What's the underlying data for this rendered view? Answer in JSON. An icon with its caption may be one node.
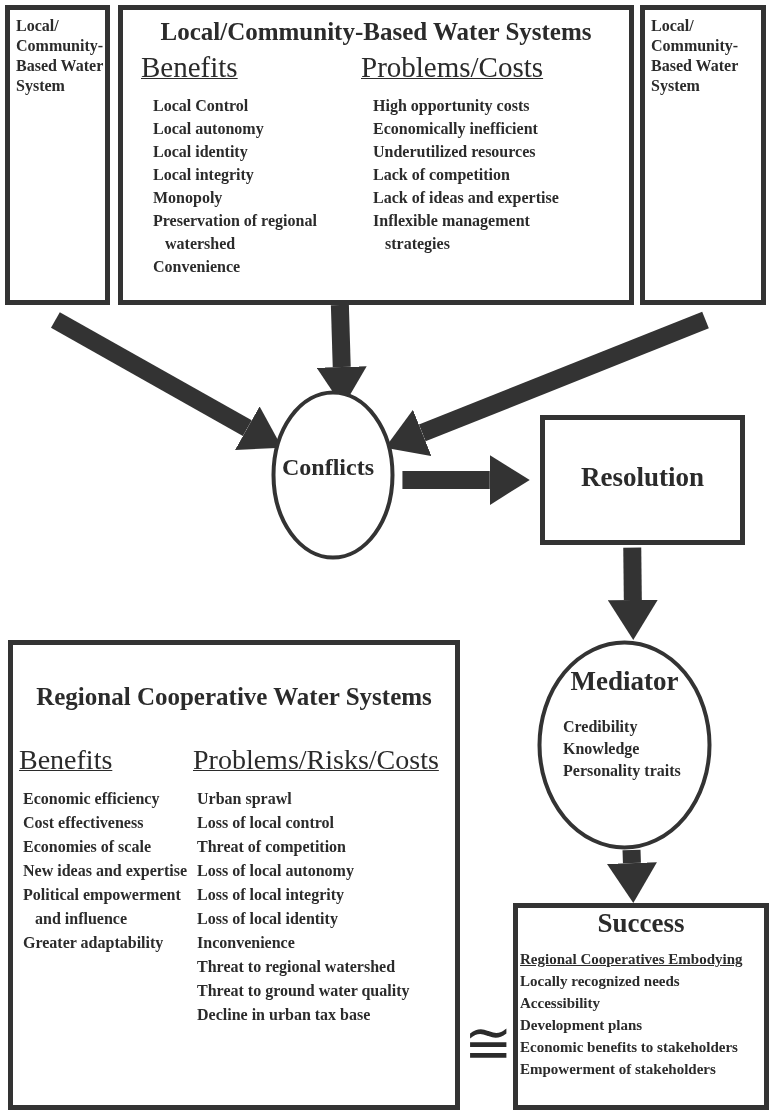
{
  "diagram": {
    "nodes": [
      {
        "text": [
          "Local/ Community-Based Water System"
        ]
      },
      {
        "text": [
          "Local/Community-Based Water Systems",
          "Benefits",
          "Local Control",
          "Local autonomy",
          "Local identity",
          "Local integrity",
          "Monopoly",
          "Preservation of regional watershed",
          "Convenience",
          "Problems/Costs",
          "High opportunity costs",
          "Economically inefficient",
          "Underutilized resources",
          "Lack of competition",
          "Lack of ideas and expertise",
          "Inflexible management strategies"
        ]
      },
      {
        "text": [
          "Local/ Community-Based Water System"
        ]
      },
      {
        "text": [
          "Conflicts"
        ]
      },
      {
        "text": [
          "Resolution"
        ]
      },
      {
        "text": [
          "Regional Cooperative Water Systems",
          "Benefits",
          "Economic efficiency",
          "Cost effectiveness",
          "Economies of scale",
          "New ideas and expertise",
          "Political empowerment and influence",
          "Greater adaptability",
          "Problems/Risks/Costs",
          "Urban sprawl",
          "Loss of local control",
          "Threat of competition",
          "Loss of local autonomy",
          "Loss of local integrity",
          "Loss of local identity",
          "Inconvenience",
          "Threat to regional watershed",
          "Threat to ground water quality",
          "Decline in urban tax base"
        ]
      },
      {
        "text": [
          "Mediator",
          "Credibility",
          "Knowledge",
          "Personality traits"
        ]
      },
      {
        "text": [
          "Success",
          "Regional Cooperatives Embodying",
          "Locally recognized needs",
          "Accessibility",
          "Development plans",
          "Economic benefits to stakeholders",
          "Empowerment of stakeholders"
        ]
      }
    ],
    "edges": [
      {
        "from": 0,
        "to": 3,
        "arrow": "to"
      },
      {
        "from": 1,
        "to": 3,
        "arrow": "to"
      },
      {
        "from": 2,
        "to": 3,
        "arrow": "to"
      },
      {
        "from": 3,
        "to": 4,
        "arrow": "to"
      },
      {
        "from": 4,
        "to": 6,
        "arrow": "to"
      },
      {
        "from": 6,
        "to": 7,
        "arrow": "to"
      }
    ],
    "labels": [
      "≅"
    ]
  }
}
